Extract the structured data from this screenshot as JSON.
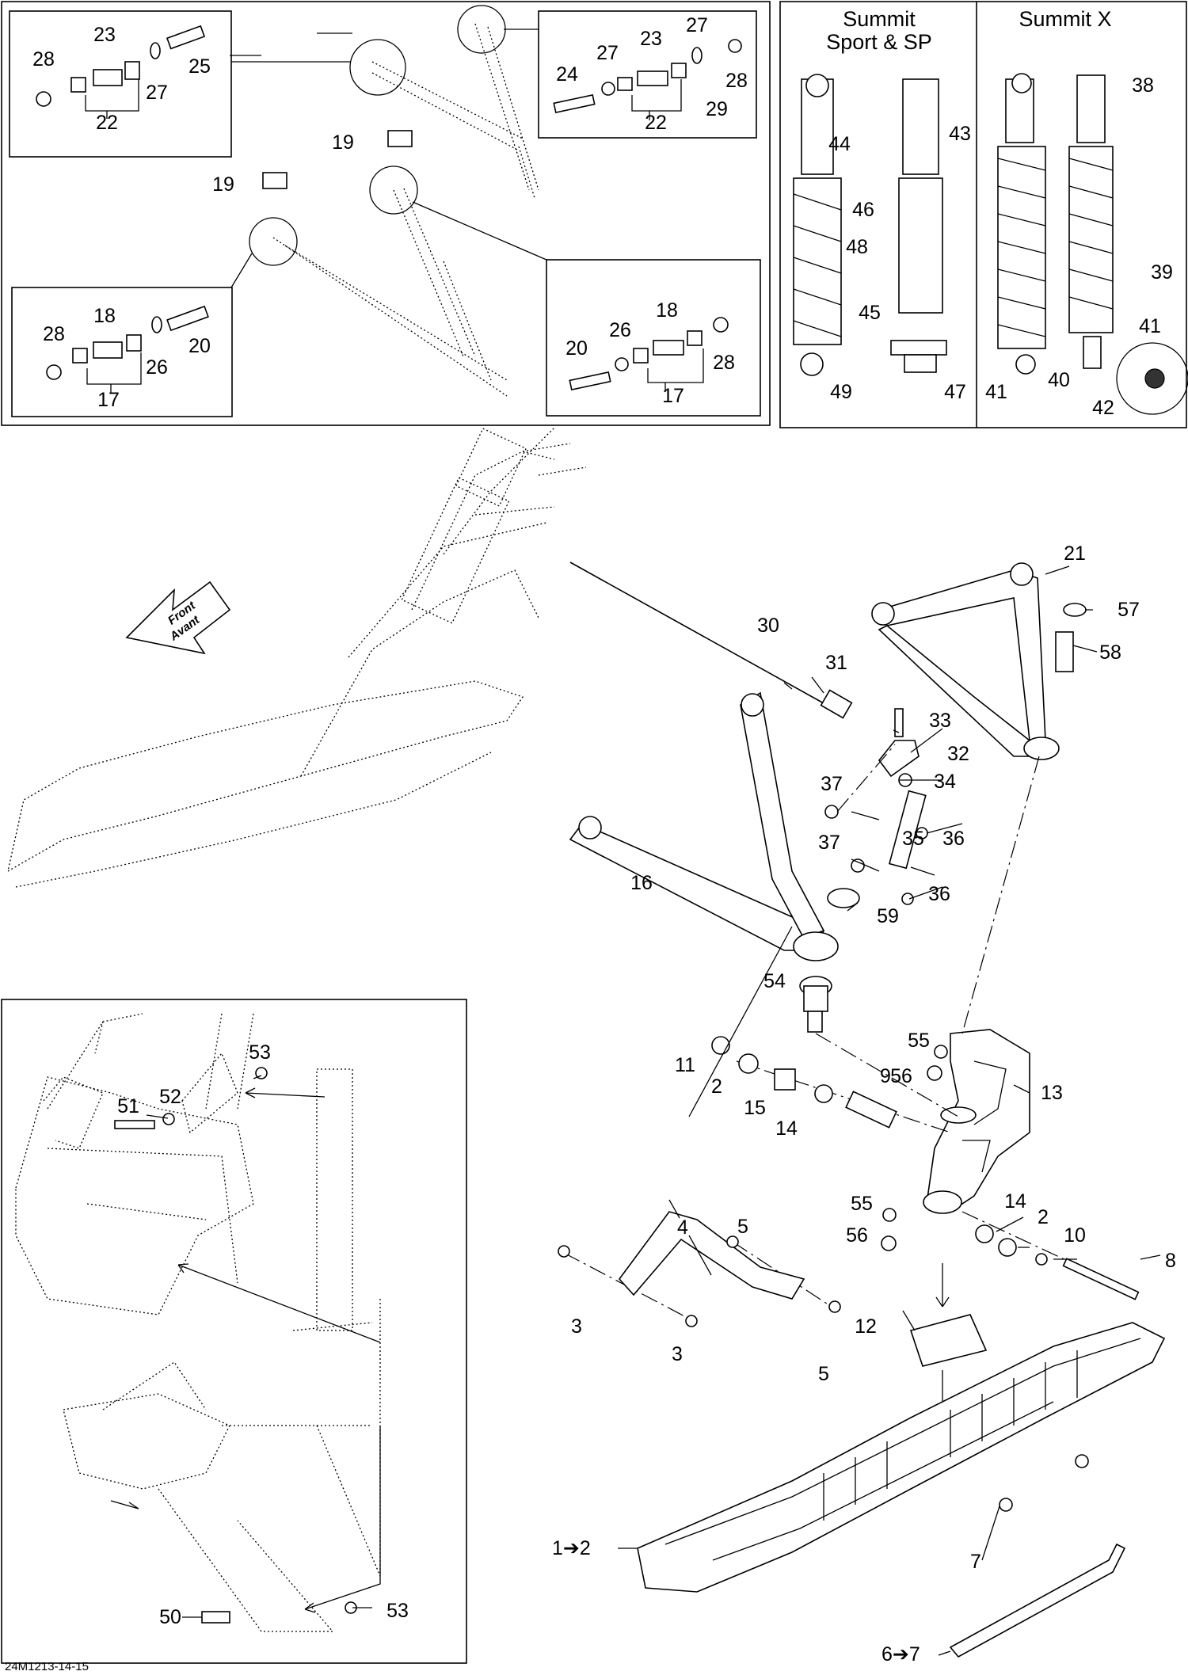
{
  "panels": {
    "summit_sport_header": "Summit\nSport & SP",
    "summit_x_header": "Summit X"
  },
  "front_arrow": {
    "line1": "Front",
    "line2": "Avant"
  },
  "diagram_code": "24M1213-14-15",
  "callouts": {
    "c_1_2": "1➔2",
    "c_6_7": "6➔7"
  },
  "labels": [
    "28",
    "23",
    "25",
    "27",
    "22",
    "27",
    "23",
    "27",
    "24",
    "28",
    "29",
    "22",
    "19",
    "19",
    "28",
    "18",
    "20",
    "26",
    "17",
    "20",
    "26",
    "18",
    "28",
    "17",
    "44",
    "43",
    "46",
    "48",
    "45",
    "49",
    "47",
    "38",
    "39",
    "41",
    "40",
    "41",
    "42",
    "21",
    "57",
    "58",
    "30",
    "31",
    "33",
    "32",
    "37",
    "34",
    "37",
    "35",
    "36",
    "36",
    "16",
    "59",
    "54",
    "55",
    "56",
    "13",
    "11",
    "2",
    "15",
    "14",
    "9",
    "55",
    "56",
    "14",
    "2",
    "10",
    "8",
    "12",
    "4",
    "5",
    "3",
    "3",
    "5",
    "7",
    "53",
    "51",
    "52",
    "53",
    "50"
  ]
}
